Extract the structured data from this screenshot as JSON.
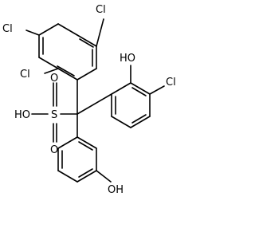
{
  "molecule": {
    "atom_labels": {
      "cl_top": "Cl",
      "cl_upper_left": "Cl",
      "cl_left": "Cl",
      "cl_right": "Cl",
      "oh_right": "HO",
      "oh_sulfonic": "HO",
      "s": "S",
      "o_top": "O",
      "o_bottom": "O",
      "oh_bottom": "OH"
    }
  }
}
